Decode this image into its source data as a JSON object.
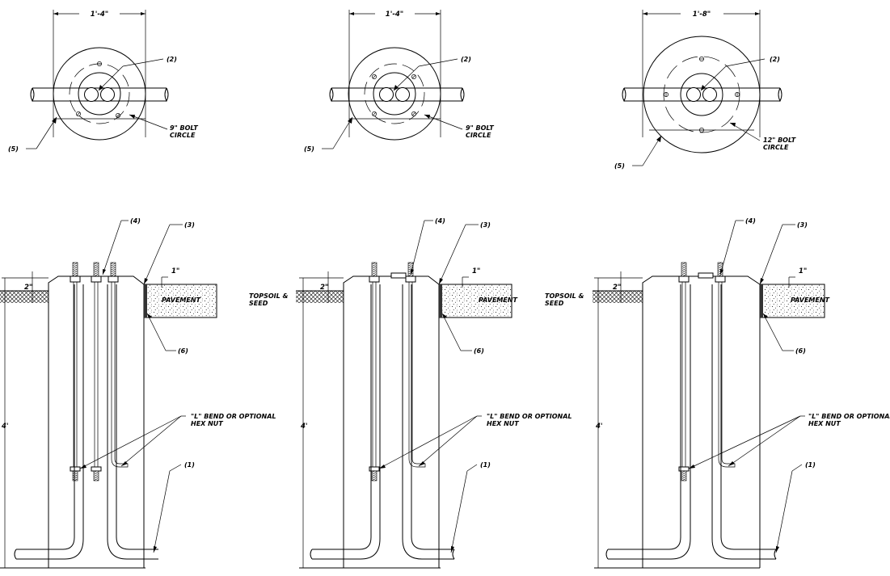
{
  "details": [
    {
      "plan": {
        "width_dim": "1'-4\"",
        "label_2": "(2)",
        "label_5": "(5)",
        "bolt_circle": [
          "9\" BOLT",
          "CIRCLE"
        ]
      },
      "section": {
        "label_4": "(4)",
        "label_3": "(3)",
        "label_6": "(6)",
        "label_1": "(1)",
        "dim_1in": "1\"",
        "dim_2in": "2\"",
        "dim_4ft": "4'",
        "pavement": "PAVEMENT",
        "topsoil": [],
        "bend_note": [
          "\"L\" BEND OR OPTIONAL",
          "HEX NUT"
        ]
      }
    },
    {
      "plan": {
        "width_dim": "1'-4\"",
        "label_2": "(2)",
        "label_5": "(5)",
        "bolt_circle": [
          "9\" BOLT",
          "CIRCLE"
        ]
      },
      "section": {
        "label_4": "(4)",
        "label_3": "(3)",
        "label_6": "(6)",
        "label_1": "(1)",
        "dim_1in": "1\"",
        "dim_2in": "2\"",
        "dim_4ft": "4'",
        "pavement": "PAVEMENT",
        "topsoil": [
          "TOPSOIL &",
          "SEED"
        ],
        "bend_note": [
          "\"L\" BEND OR OPTIONAL",
          "HEX NUT"
        ]
      }
    },
    {
      "plan": {
        "width_dim": "1'-8\"",
        "label_2": "(2)",
        "label_5": "(5)",
        "bolt_circle": [
          "12\" BOLT",
          "CIRCLE"
        ]
      },
      "section": {
        "label_4": "(4)",
        "label_3": "(3)",
        "label_6": "(6)",
        "label_1": "(1)",
        "dim_1in": "1\"",
        "dim_2in": "2\"",
        "dim_4ft": "4'",
        "pavement": "PAVEMENT",
        "topsoil": [
          "TOPSOIL &",
          "SEED"
        ],
        "bend_note": [
          "\"L\" BEND OR OPTIONAL",
          "HEX NUT"
        ]
      }
    }
  ]
}
